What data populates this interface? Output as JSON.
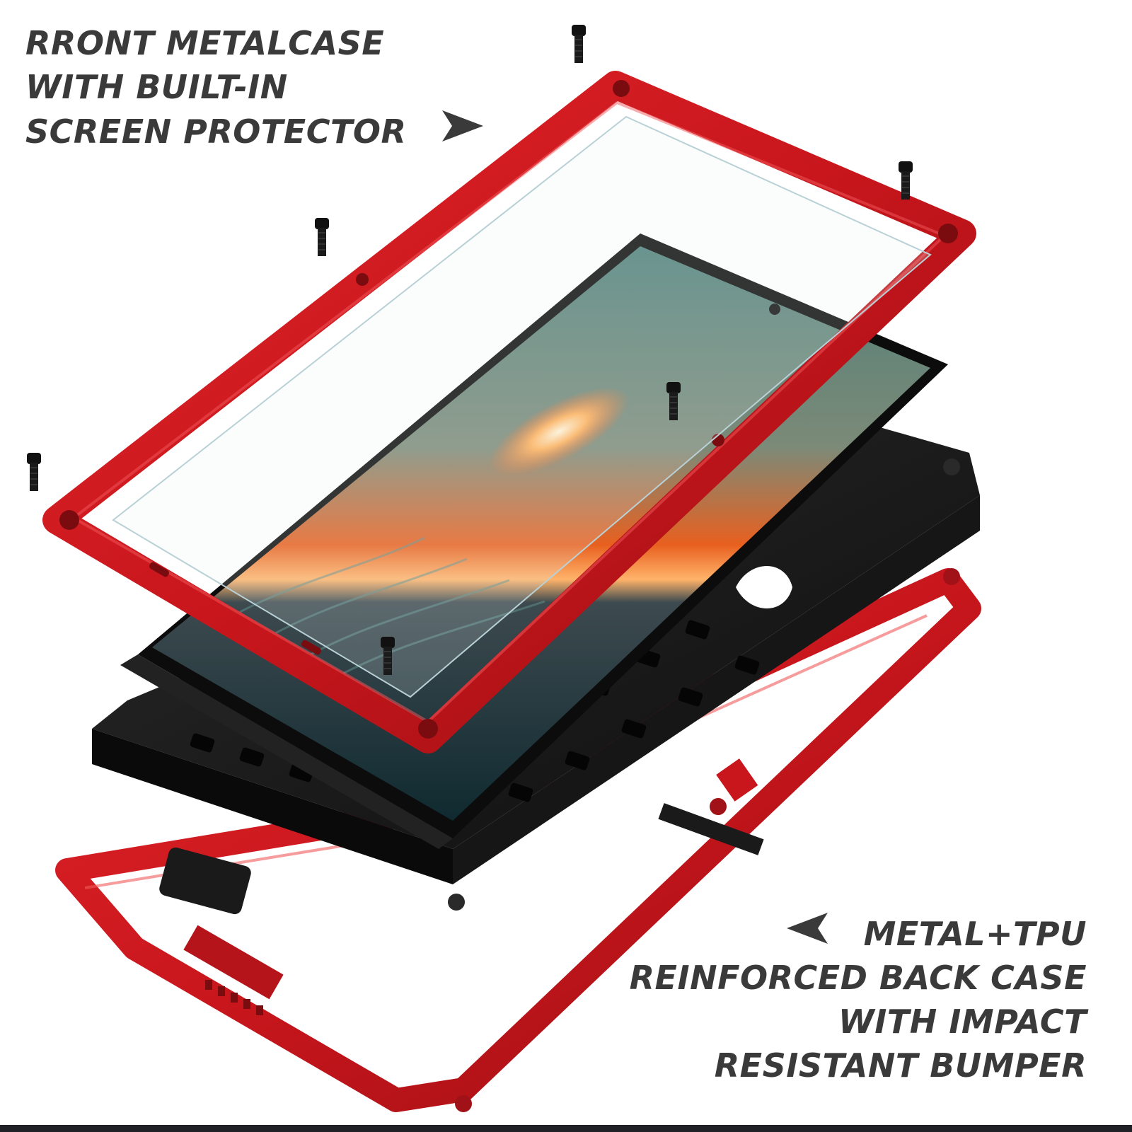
{
  "captions": {
    "front": {
      "line1": "RRONT METALCASE",
      "line2": "WITH BUILT-IN",
      "line3": "SCREEN PROTECTOR"
    },
    "back": {
      "line1": "METAL+TPU",
      "line2": "REINFORCED BACK CASE",
      "line3": "WITH IMPACT",
      "line4": "RESISTANT BUMPER"
    }
  },
  "colors": {
    "frame_red": "#d11f24",
    "frame_dark_red": "#8e0f12",
    "case_black": "#1b1b1b",
    "caption_text": "#3a3a3a",
    "bottom_bar": "#1f2126"
  },
  "icons": {
    "front_arrow": "arrow-right-icon",
    "back_arrow": "arrow-left-icon",
    "screws": "screw-icon"
  }
}
